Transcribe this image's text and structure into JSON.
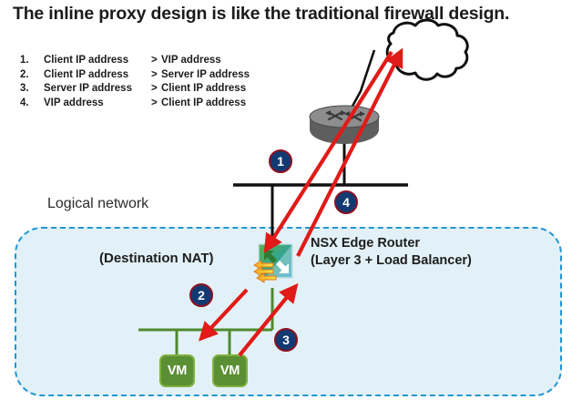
{
  "title": "The inline proxy design is like the traditional firewall design.",
  "flow_list": [
    {
      "num": "1.",
      "source": "Client IP address",
      "arrow": ">",
      "dest": "VIP address"
    },
    {
      "num": "2.",
      "source": "Client IP address",
      "arrow": ">",
      "dest": "Server IP address"
    },
    {
      "num": "3.",
      "source": "Server IP address",
      "arrow": ">",
      "dest": "Client IP address"
    },
    {
      "num": "4.",
      "source": "VIP address",
      "arrow": ">",
      "dest": "Client IP address"
    }
  ],
  "logical_network": {
    "label": "Logical network",
    "nat_label": "(Destination NAT)"
  },
  "nsx_edge": {
    "line1": "NSX Edge Router",
    "line2": "(Layer 3 + Load Balancer)"
  },
  "badges": [
    {
      "id": "1",
      "label": "1"
    },
    {
      "id": "2",
      "label": "2"
    },
    {
      "id": "3",
      "label": "3"
    },
    {
      "id": "4",
      "label": "4"
    }
  ],
  "vms": [
    {
      "label": "VM"
    },
    {
      "label": "VM"
    }
  ],
  "icons": {
    "cloud": "cloud-icon",
    "router": "router-icon",
    "nsx_edge": "nsx-edge-gateway-icon"
  },
  "colors": {
    "badge_fill": "#123a72",
    "badge_ring": "#8d1020",
    "logical_network_fill": "#e2f1f7",
    "logical_network_border": "#2196d3",
    "vm_fill": "#5b8f33",
    "vm_border": "#7fb03f",
    "arrow_red": "#e01b18",
    "link_black": "#111111",
    "green_bus": "#4f8a2e"
  }
}
